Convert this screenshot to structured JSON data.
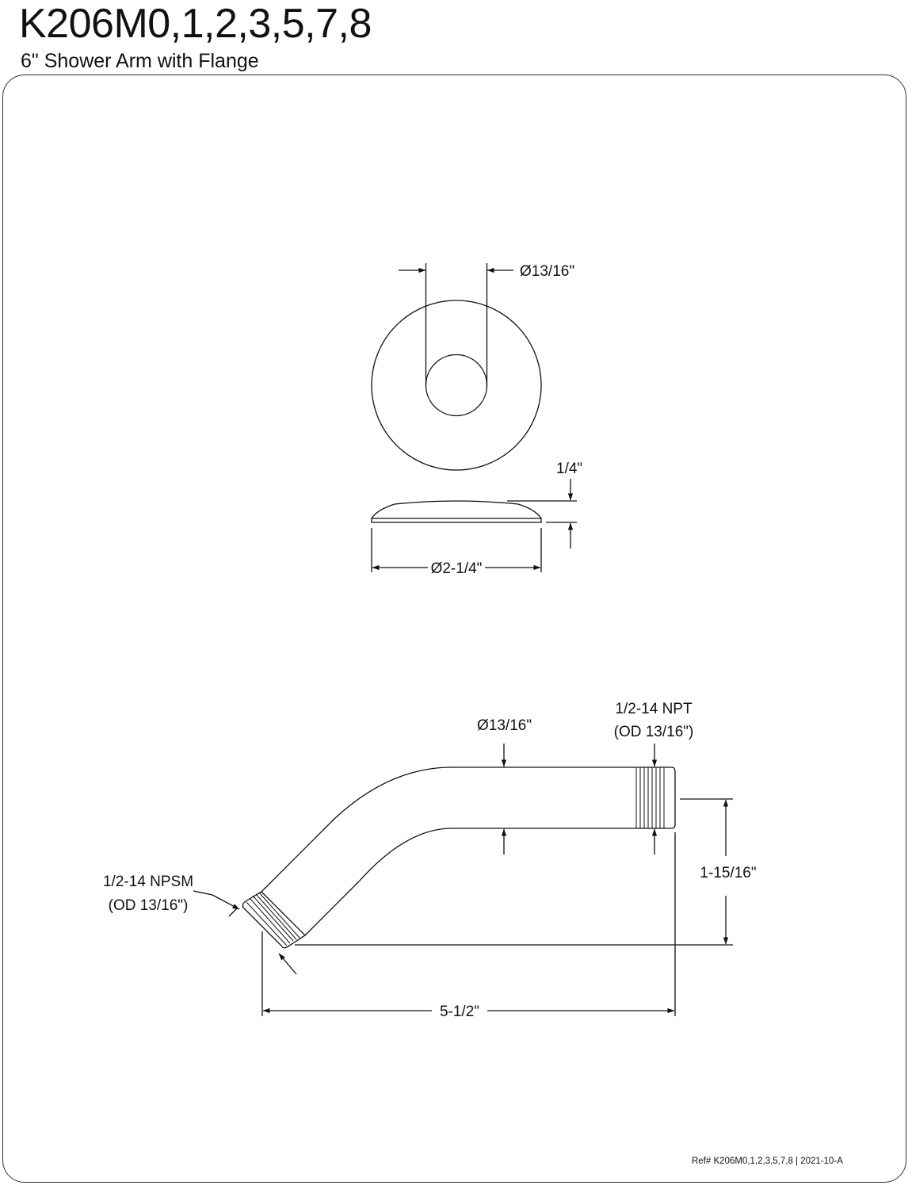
{
  "header": {
    "model": "K206M0,1,2,3,5,7,8",
    "description": "6\" Shower Arm with Flange"
  },
  "flange_top_view": {
    "hole_diameter": "Ø13/16\""
  },
  "flange_side_view": {
    "height": "1/4\"",
    "diameter": "Ø2-1/4\""
  },
  "shower_arm": {
    "pipe_diameter": "Ø13/16\"",
    "outlet_thread_line1": "1/2-14 NPT",
    "outlet_thread_line2": "(OD 13/16\")",
    "inlet_thread_line1": "1/2-14 NPSM",
    "inlet_thread_line2": "(OD 13/16\")",
    "drop_height": "1-15/16\"",
    "overall_length": "5-1/2\""
  },
  "footer": {
    "reference": "Ref# K206M0,1,2,3,5,7,8 | 2021-10-A"
  }
}
